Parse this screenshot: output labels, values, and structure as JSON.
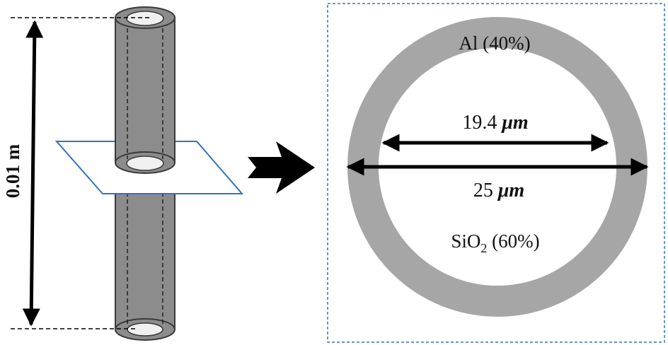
{
  "labels": {
    "length": "0.01 m",
    "outer_layer": "Al (40%)",
    "inner_diameter": "19.4",
    "outer_diameter": "25",
    "unit": "μm",
    "core_prefix": "SiO",
    "core_subscript": "2",
    "core_suffix": " (60%)"
  },
  "colors": {
    "shell": "#a6a6a6",
    "cylinder": "#8c8c8c",
    "cylinder_stroke": "#3a3a3a",
    "core": "#f0f0f0",
    "plane": "#2f74c0",
    "frame": "#2f74c0",
    "arrow": "#000000"
  }
}
